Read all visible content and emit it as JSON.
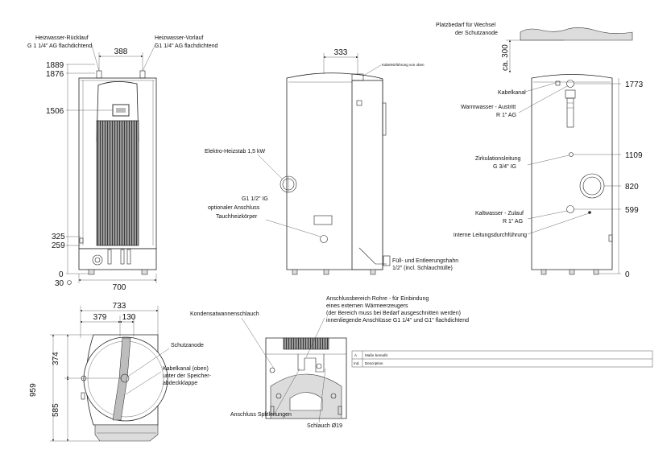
{
  "front": {
    "label_return": "Heizwasser-Rücklauf",
    "label_return_spec": "G 1 1/4\" AG flachdichtend",
    "label_flow": "Heizwasser-Vorlauf",
    "label_flow_spec": "G1 1/4\" AG flachdichtend",
    "dim_388": "388",
    "dim_1889": "1889",
    "dim_1876": "1876",
    "dim_1506": "1506",
    "dim_325": "325",
    "dim_259": "259",
    "dim_0": "0",
    "dim_30": "30",
    "dim_700": "700"
  },
  "side": {
    "dim_333": "333",
    "label_cable_entry": "Kabeleinführung von oben",
    "label_heater": "Elektro-Heizstab 1,5 kW",
    "label_immersion_1": "G1 1/2\" IG",
    "label_immersion_2": "optionaler Anschluss",
    "label_immersion_3": "Tauchheizkörper",
    "label_fill_1": "Füll- und Entleerungshahn",
    "label_fill_2": "1/2\" (incl. Schlauchtülle)"
  },
  "rear": {
    "label_space_1": "Platzbedarf für Wechsel",
    "label_space_2": "der Schutzanode",
    "dim_ca300": "ca. 300",
    "label_cable_channel": "Kabelkanal",
    "label_hotwater_1": "Warmwasser - Austritt",
    "label_hotwater_2": "R 1\" AG",
    "dim_1773": "1773",
    "label_circulation_1": "Zirkulationsleitung",
    "label_circulation_2": "G 3/4\" IG",
    "dim_1109": "1109",
    "dim_820": "820",
    "label_coldwater_1": "Kaltwasser - Zulauf",
    "label_coldwater_2": "R 1\" AG",
    "dim_599": "599",
    "label_internal_duct": "interne Leitungsdurchführung",
    "dim_0": "0"
  },
  "top": {
    "dim_733": "733",
    "dim_379": "379",
    "dim_130": "130",
    "dim_374": "374",
    "dim_959": "959",
    "dim_585": "585",
    "label_anode": "Schutzanode",
    "label_cable_1": "Kabelkanal (oben)",
    "label_cable_2": "unter der Speicher-",
    "label_cable_3": "abdeckklappe"
  },
  "detail": {
    "label_condensate": "Kondensatwannenschlauch",
    "label_pipes_1": "Anschlussbereich Rohre -  für Einbindung",
    "label_pipes_2": "eines externen Wärmeerzeugers",
    "label_pipes_3": "(der Bereich muss bei Bedarf ausgeschnitten werden)",
    "label_pipes_4": "innenliegende Anschlüsse G1 1/4\" und G1\" flachdichtend",
    "label_split": "Anschluss Splitleitungen",
    "label_hose": "Schlauch Ø19"
  },
  "title_block": {
    "row1_code": "A",
    "row1_text": "Maße bemaßt",
    "row2_code": "Ind.",
    "row2_text": "Description"
  }
}
